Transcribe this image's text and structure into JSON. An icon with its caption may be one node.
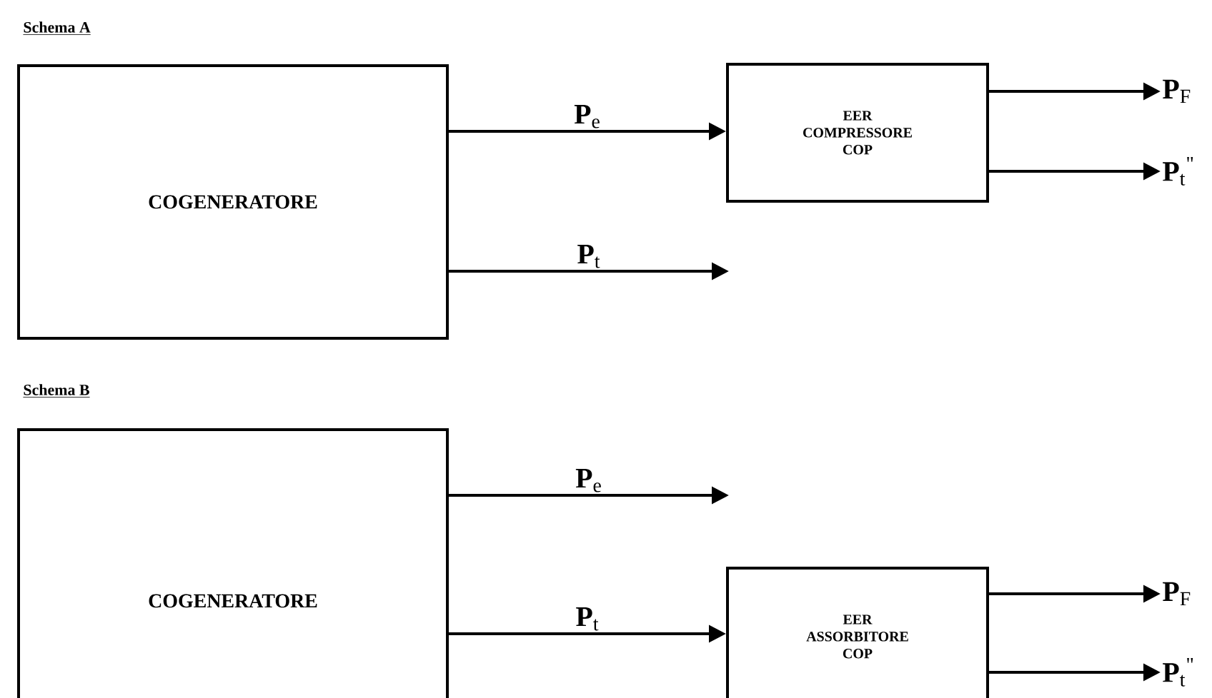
{
  "diagram": {
    "nodes": [
      {
        "text": [
          "COGENERATORE"
        ]
      },
      {
        "text": [
          "EER",
          "COMPRESSORE",
          "COP"
        ]
      },
      {
        "text": [
          "**P**$_{F}$"
        ]
      },
      {
        "text": [
          "**P**$_{t}$$^{\"}$"
        ]
      },
      {
        "text": [
          "COGENERATORE"
        ]
      },
      {
        "text": [
          "EER",
          "ASSORBITORE",
          "COP"
        ]
      },
      {
        "text": [
          "**P**$_{F}$"
        ]
      },
      {
        "text": [
          "**P**$_{t}$$^{\"}$"
        ]
      }
    ],
    "edges": [
      {
        "from": 0,
        "to": 1,
        "arrow": "to",
        "label": "**P**$_{e}$"
      },
      {
        "from": 0,
        "to": null,
        "arrow": "to",
        "label": "**P**$_{t}$"
      },
      {
        "from": 1,
        "to": 2,
        "arrow": "to"
      },
      {
        "from": 1,
        "to": 3,
        "arrow": "to"
      },
      {
        "from": 4,
        "to": null,
        "arrow": "to",
        "label": "**P**$_{e}$"
      },
      {
        "from": 4,
        "to": 5,
        "arrow": "to",
        "label": "**P**$_{t}$"
      },
      {
        "from": 5,
        "to": 6,
        "arrow": "to"
      },
      {
        "from": 5,
        "to": 7,
        "arrow": "to"
      }
    ],
    "labels": [
      "Schema A",
      "Schema B"
    ]
  }
}
